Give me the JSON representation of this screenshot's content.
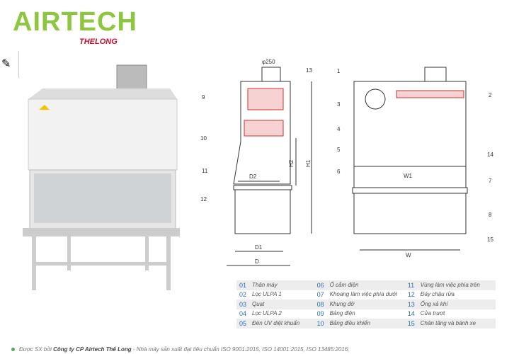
{
  "brand": {
    "name": "AIRTECH",
    "sub": "THELONG"
  },
  "side_view": {
    "labels": {
      "phi": "φ250",
      "d2": "D2",
      "h2": "H2",
      "h1": "H1",
      "d1": "D1",
      "d": "D"
    },
    "callouts": [
      "9",
      "10",
      "11",
      "12",
      "13"
    ]
  },
  "front_view": {
    "labels": {
      "w1": "W1",
      "w": "W"
    },
    "callouts": [
      "1",
      "2",
      "3",
      "4",
      "5",
      "6",
      "7",
      "8",
      "14",
      "15"
    ]
  },
  "legend": [
    [
      {
        "n": "01",
        "t": "Thân máy"
      },
      {
        "n": "06",
        "t": "Ổ cắm điện"
      },
      {
        "n": "11",
        "t": "Vùng làm việc phía trên"
      }
    ],
    [
      {
        "n": "02",
        "t": "Lọc ULPA 1"
      },
      {
        "n": "07",
        "t": "Khoang làm việc phía dưới"
      },
      {
        "n": "12",
        "t": "Đáy chậu rửa"
      }
    ],
    [
      {
        "n": "03",
        "t": "Quạt"
      },
      {
        "n": "08",
        "t": "Khung đỡ"
      },
      {
        "n": "13",
        "t": "Ống xả khí"
      }
    ],
    [
      {
        "n": "04",
        "t": "Lọc ULPA 2"
      },
      {
        "n": "09",
        "t": "Bảng điện"
      },
      {
        "n": "14",
        "t": "Cửa trượt"
      }
    ],
    [
      {
        "n": "05",
        "t": "Đèn UV diệt khuẩn"
      },
      {
        "n": "10",
        "t": "Bảng điều khiển"
      },
      {
        "n": "15",
        "t": "Chân tăng và bánh xe"
      }
    ]
  ],
  "footer": {
    "prefix": "Được SX bởi",
    "company": "Công ty CP Airtech Thế Long",
    "suffix": "- Nhà máy sản xuất đạt tiêu chuẩn ISO 9001:2015, ISO 14001:2015, ISO 13485:2016;"
  },
  "colors": {
    "brand_green": "#8dc63f",
    "brand_red": "#c8102e",
    "number_blue": "#2a6db5"
  }
}
